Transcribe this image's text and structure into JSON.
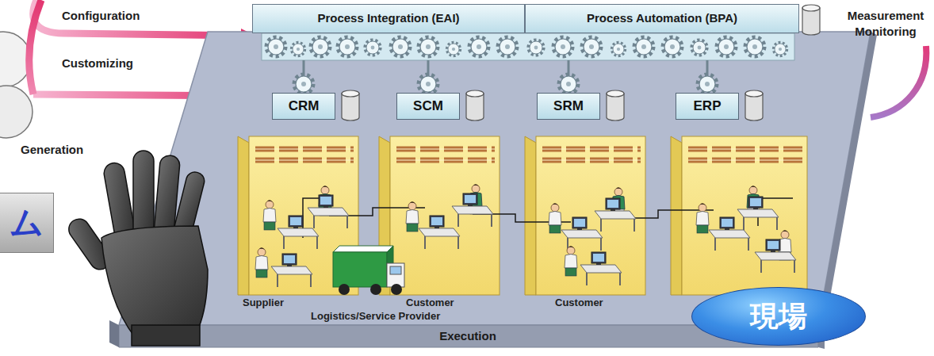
{
  "diagram": {
    "nodes": [
      {
        "text": [
          "ム"
        ]
      },
      {
        "text": [
          "Process Integration (EAI)"
        ]
      },
      {
        "text": [
          "Process Automation (BPA)"
        ]
      },
      {
        "text": [
          "CRM"
        ]
      },
      {
        "text": [
          "SCM"
        ]
      },
      {
        "text": [
          "SRM"
        ]
      },
      {
        "text": [
          "ERP"
        ]
      },
      {
        "text": [
          "Execution"
        ]
      },
      {
        "text": [
          "現場"
        ]
      }
    ],
    "labels": [
      "Configuration",
      "Customizing",
      "Generation",
      "Measurement Monitoring",
      "Supplier",
      "Customer",
      "Logistics/Service Provider",
      "Customer"
    ]
  }
}
